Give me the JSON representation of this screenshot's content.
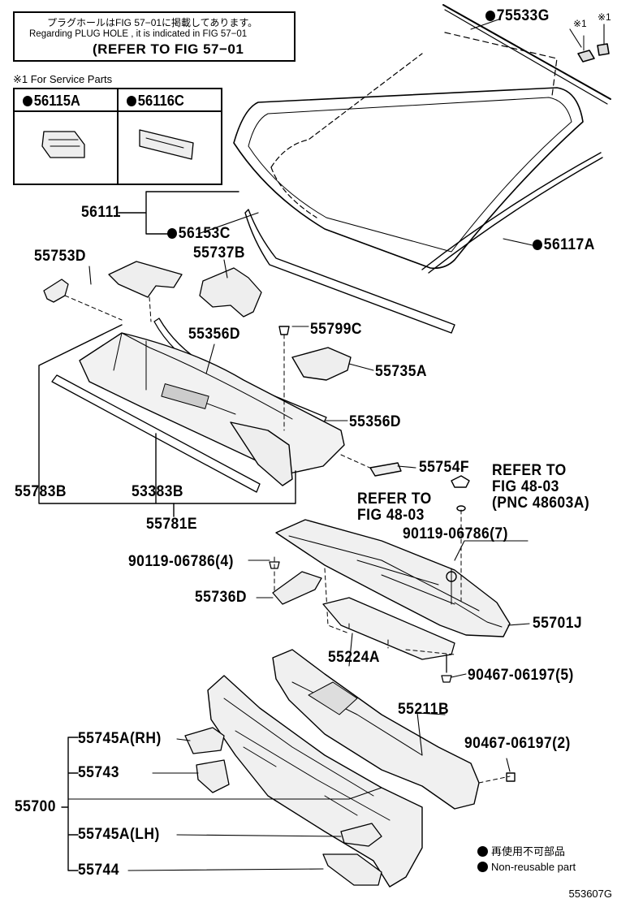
{
  "notice": {
    "line1": "プラグホールはFIG 57−01に掲載してあります。",
    "line2": "Regarding PLUG HOLE , it is indicated in FIG 57−01",
    "line3": "(REFER TO FIG 57−01"
  },
  "service_note": "※1 For Service Parts",
  "service_parts": [
    "56115A",
    "56116C"
  ],
  "star_mark": "※1",
  "labels": {
    "p75533G": "75533G",
    "p56111": "56111",
    "p56153C": "56153C",
    "p56117A": "56117A",
    "p55753D": "55753D",
    "p55737B": "55737B",
    "p55356D_a": "55356D",
    "p55799C": "55799C",
    "p55735A": "55735A",
    "p55356D_b": "55356D",
    "p55754F": "55754F",
    "p55783B": "55783B",
    "p53383B": "53383B",
    "p55781E": "55781E",
    "refer1_a": "REFER TO",
    "refer1_b": "FIG 48-03",
    "refer1_c": "(PNC 48603A)",
    "refer2_a": "REFER TO",
    "refer2_b": "FIG 48-03",
    "p90119_7": "90119-06786(7)",
    "p90119_4": "90119-06786(4)",
    "p55736D": "55736D",
    "p55701J": "55701J",
    "p55224A": "55224A",
    "p90467_5": "90467-06197(5)",
    "p55211B": "55211B",
    "p55745A_RH": "55745A(RH)",
    "p90467_2": "90467-06197(2)",
    "p55743": "55743",
    "p55700": "55700",
    "p55745A_LH": "55745A(LH)",
    "p55744": "55744"
  },
  "legend": {
    "jp": "再使用不可部品",
    "en": "Non-reusable part"
  },
  "figure_code": "553607G"
}
